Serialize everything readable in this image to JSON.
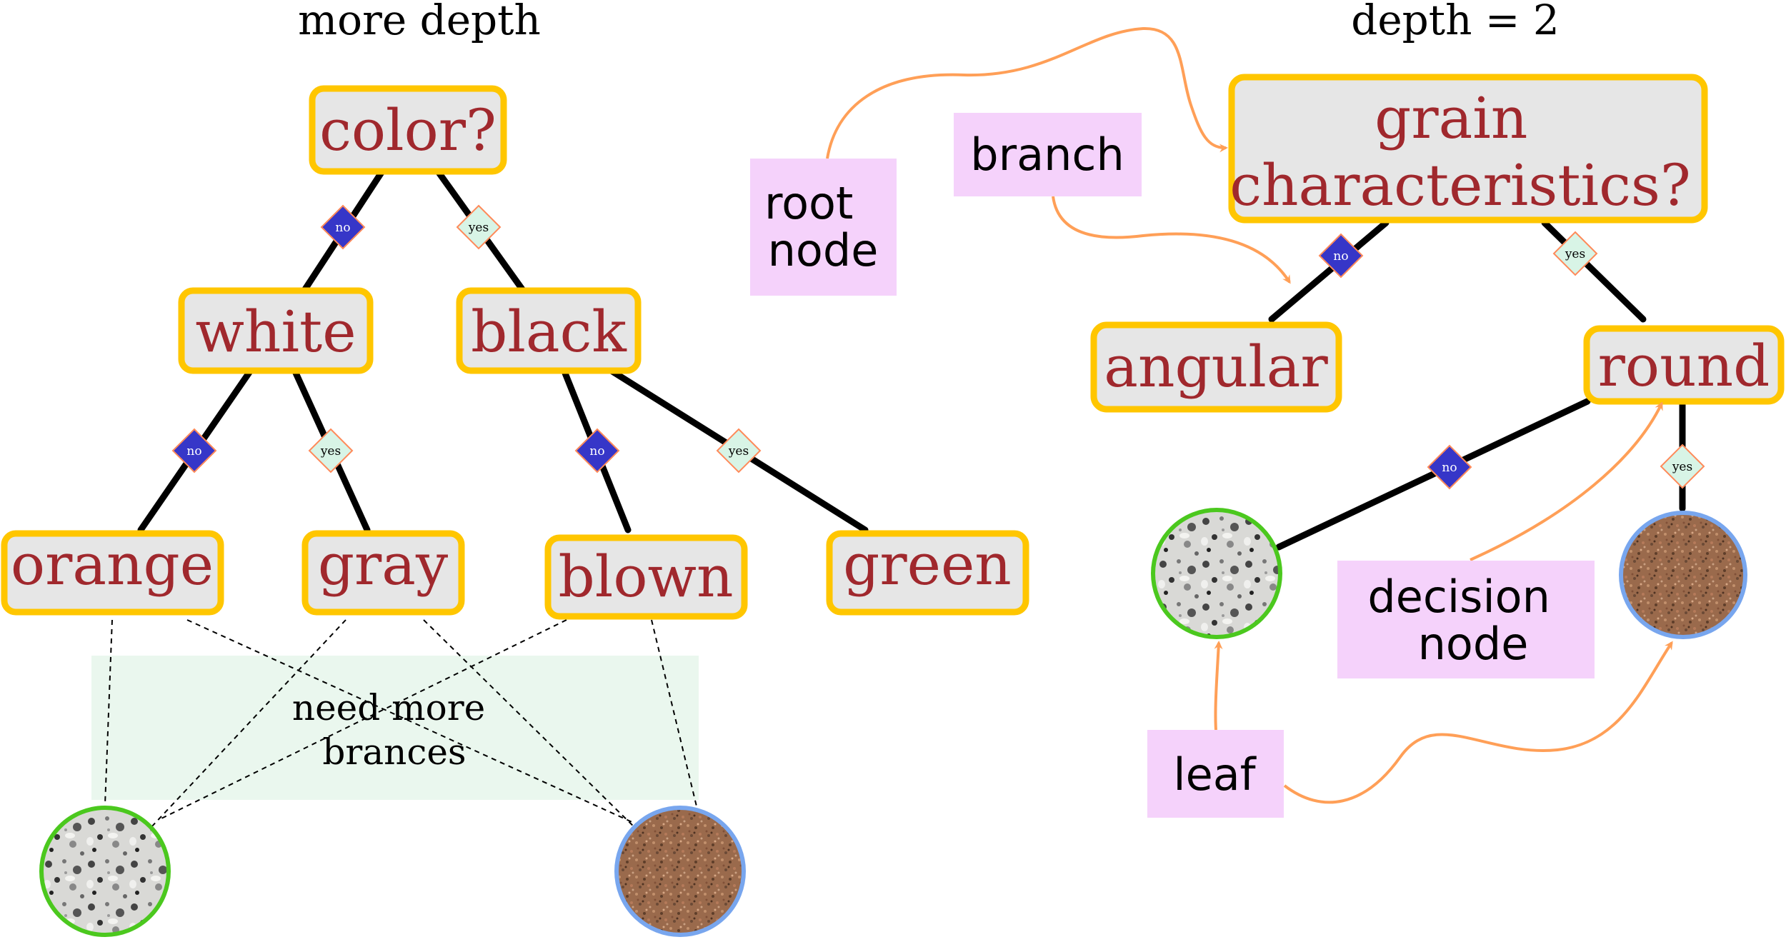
{
  "titles": {
    "left": "more depth",
    "right": "depth = 2"
  },
  "left_tree": {
    "root": "color?",
    "level1": [
      "white",
      "black"
    ],
    "level2": [
      "orange",
      "gray",
      "blown",
      "green"
    ],
    "note": [
      "need more",
      "brances"
    ]
  },
  "right_tree": {
    "root": [
      "grain",
      "characteristics?"
    ],
    "level1": [
      "angular",
      "round"
    ]
  },
  "edge_labels": {
    "no": "no",
    "yes": "yes"
  },
  "annotations": {
    "root_node": [
      "root",
      "node"
    ],
    "branch": "branch",
    "decision_node": [
      "decision",
      "node"
    ],
    "leaf": "leaf"
  },
  "colors": {
    "node_fill": "#e6e6e6",
    "node_border": "#ffc600",
    "node_text": "#a0282d",
    "no_diamond": "#3636c8",
    "yes_diamond": "#d8f4e6",
    "annotation_bg": "#f5d2fb",
    "arrow": "#ff9f57",
    "granite_ring": "#4bc81e",
    "sandstone_ring": "#78a6ee",
    "note_bg": "#eaf7ee"
  }
}
